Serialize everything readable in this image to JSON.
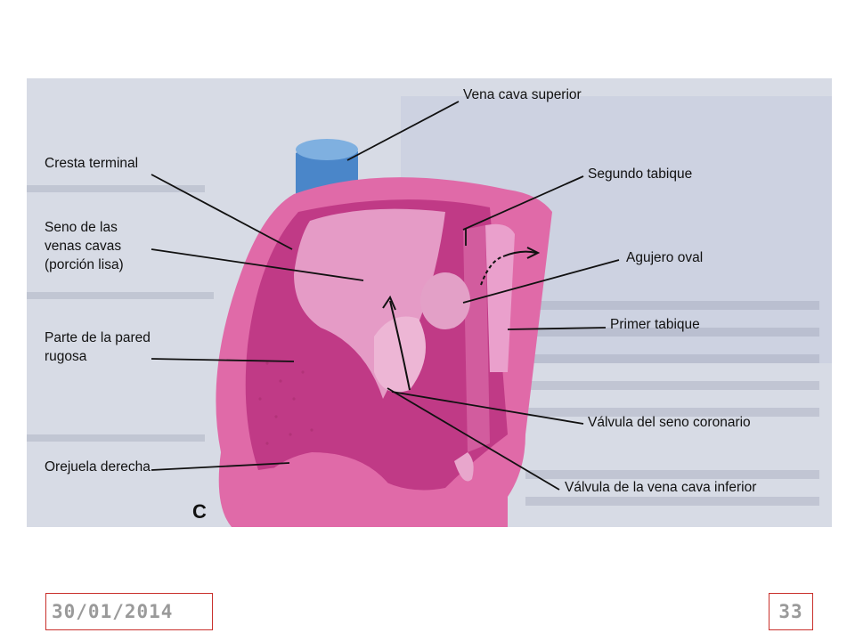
{
  "figure": {
    "letter": "C",
    "labels": {
      "vena_cava_superior": "Vena cava superior",
      "cresta_terminal": "Cresta terminal",
      "segundo_tabique": "Segundo tabique",
      "seno_line1": "Seno de las",
      "seno_line2": "venas cavas",
      "seno_line3": "(porción lisa)",
      "agujero_oval": "Agujero oval",
      "primer_tabique": "Primer tabique",
      "pared_line1": "Parte de la pared",
      "pared_line2": "rugosa",
      "valvula_seno_coronario": "Válvula del seno coronario",
      "orejuela_derecha": "Orejuela derecha",
      "valvula_vena_cava_inferior": "Válvula de la vena cava inferior"
    },
    "colors": {
      "wall_outer": "#e06aa8",
      "wall_inner": "#c03a86",
      "smooth_region": "#e9a6cd",
      "vein": "#4a86c9",
      "background_page": "#d8dce6"
    }
  },
  "footer": {
    "date": "30/01/2014",
    "page_number": "33"
  }
}
